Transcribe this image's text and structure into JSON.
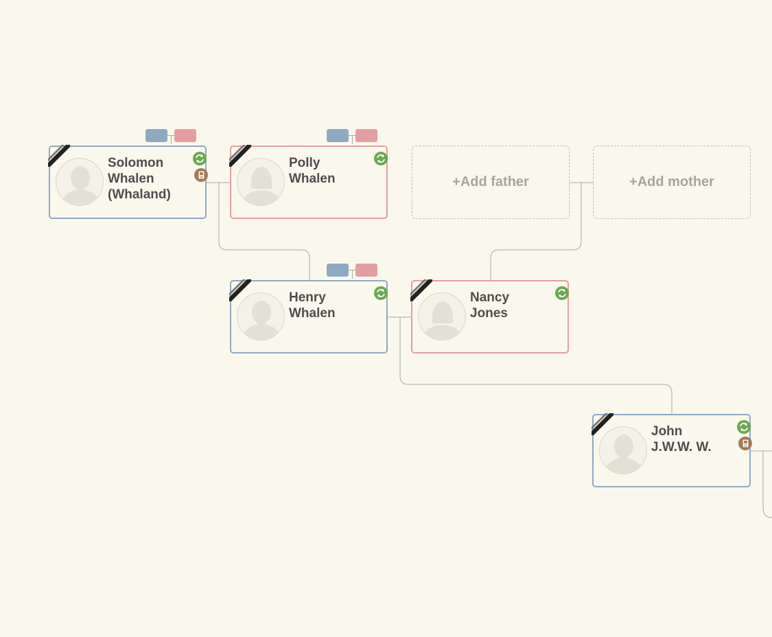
{
  "colors": {
    "background": "#faf8ec",
    "male_border": "#8ea9c4",
    "female_border": "#e49ea2",
    "sync_badge": "#6aa84f",
    "record_badge": "#a87b55",
    "connector": "#a9a9a0",
    "name_text": "#4d4d4d",
    "placeholder_text": "#a8a69c"
  },
  "persons": {
    "solomon": {
      "name_lines": [
        "Solomon",
        "Whalen",
        "(Whaland)"
      ],
      "gender": "male",
      "deceased": true,
      "badges": [
        "sync-icon",
        "record-icon"
      ]
    },
    "polly": {
      "name_lines": [
        "Polly",
        "Whalen"
      ],
      "gender": "female",
      "deceased": true,
      "badges": [
        "sync-icon"
      ]
    },
    "henry": {
      "name_lines": [
        "Henry",
        "Whalen"
      ],
      "gender": "male",
      "deceased": true,
      "badges": [
        "sync-icon"
      ]
    },
    "nancy": {
      "name_lines": [
        "Nancy",
        "Jones"
      ],
      "gender": "female",
      "deceased": true,
      "badges": [
        "sync-icon"
      ]
    },
    "john": {
      "name_lines": [
        "John",
        "J.W.W. W."
      ],
      "gender": "male",
      "deceased": true,
      "badges": [
        "sync-icon",
        "record-icon"
      ]
    }
  },
  "placeholders": {
    "add_father": "+Add father",
    "add_mother": "+Add mother"
  }
}
